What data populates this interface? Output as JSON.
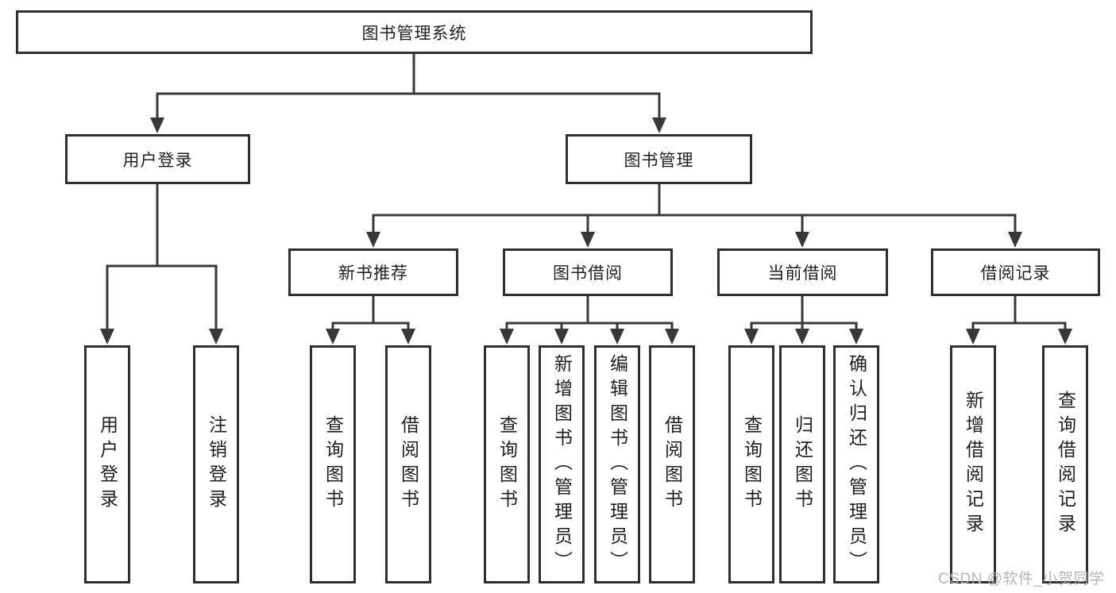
{
  "root": {
    "label": "图书管理系统"
  },
  "level2": {
    "user_login": {
      "label": "用户登录"
    },
    "book_mgmt": {
      "label": "图书管理"
    }
  },
  "level3": {
    "new_books": {
      "label": "新书推荐"
    },
    "borrow": {
      "label": "图书借阅"
    },
    "current": {
      "label": "当前借阅"
    },
    "records": {
      "label": "借阅记录"
    }
  },
  "leaves": {
    "user_login": {
      "label": "用户登录"
    },
    "logout": {
      "label": "注销登录"
    },
    "nb_query": {
      "label": "查询图书"
    },
    "nb_borrow": {
      "label": "借阅图书"
    },
    "bb_query": {
      "label": "查询图书"
    },
    "bb_add": {
      "label": "新增图书（管理员）"
    },
    "bb_edit": {
      "label": "编辑图书（管理员）"
    },
    "bb_borrow": {
      "label": "借阅图书"
    },
    "cb_query": {
      "label": "查询图书"
    },
    "cb_return": {
      "label": "归还图书"
    },
    "cb_confirm": {
      "label": "确认归还（管理员）"
    },
    "br_add": {
      "label": "新增借阅记录"
    },
    "br_query": {
      "label": "查询借阅记录"
    }
  },
  "watermark": {
    "text": "CSDN @软件_小贺同学"
  },
  "colors": {
    "line": "#383838",
    "border": "#2f2f2f",
    "text": "#1f1f1f",
    "watermark": "#b2b2b2",
    "background": "#ffffff"
  }
}
